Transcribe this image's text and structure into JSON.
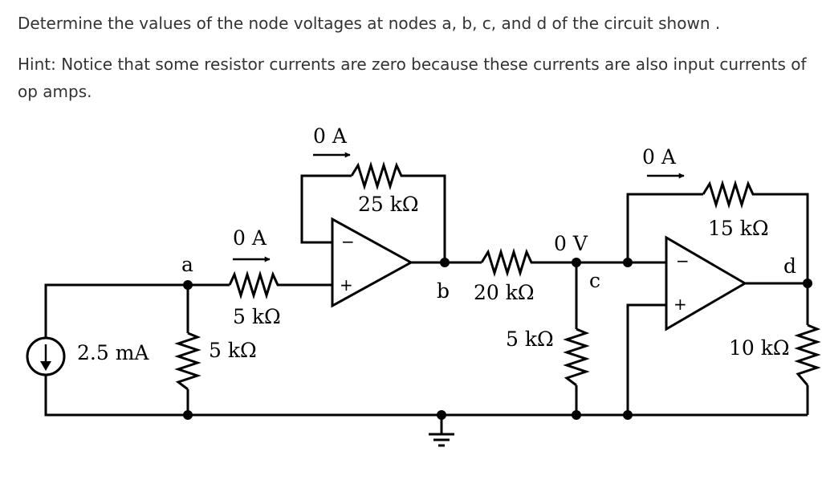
{
  "question": {
    "prompt": "Determine the values of the node voltages at nodes a, b, c, and d of the circuit shown .",
    "hint": "Hint: Notice that some resistor currents are zero because these currents are also input currents of op amps."
  },
  "circuit": {
    "current_source": "2.5 mA",
    "r_shunt_a": "5 kΩ",
    "r_series_a": "5 kΩ",
    "r_feedback_1": "25 kΩ",
    "r_series_b": "20 kΩ",
    "r_shunt_c": "5 kΩ",
    "r_feedback_2": "15 kΩ",
    "r_load_d": "10 kΩ",
    "current_in_5k": "0 A",
    "current_feedback_1": "0 A",
    "current_feedback_2": "0 A",
    "voltage_c": "0 V",
    "node_a": "a",
    "node_b": "b",
    "node_c": "c",
    "node_d": "d",
    "minus_sign": "−",
    "plus_sign": "+"
  },
  "icons": {
    "arrow": "arrow-right-icon",
    "ground": "ground-icon",
    "current_source": "current-source-icon"
  }
}
